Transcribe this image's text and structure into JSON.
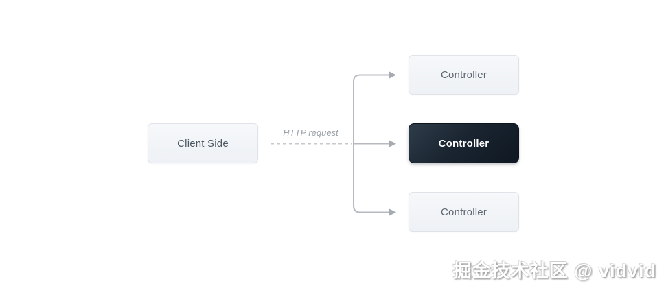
{
  "diagram": {
    "client": {
      "label": "Client Side"
    },
    "edge_label": "HTTP request",
    "controllers": [
      {
        "label": "Controller",
        "variant": "light"
      },
      {
        "label": "Controller",
        "variant": "dark"
      },
      {
        "label": "Controller",
        "variant": "light"
      }
    ],
    "colors": {
      "connector_line": "#b6bac0",
      "dashed_line": "#c6c9cd",
      "arrowhead": "#a6abb1",
      "light_box_bg": "#f1f4f8",
      "light_box_border": "#e0e4ea",
      "light_box_text": "#5d6772",
      "dark_box_bg": "#1a2531",
      "dark_box_text": "#ffffff",
      "edge_label_text": "#9aa1a8"
    }
  },
  "watermark": {
    "text": "掘金技术社区 @ vidvid"
  }
}
